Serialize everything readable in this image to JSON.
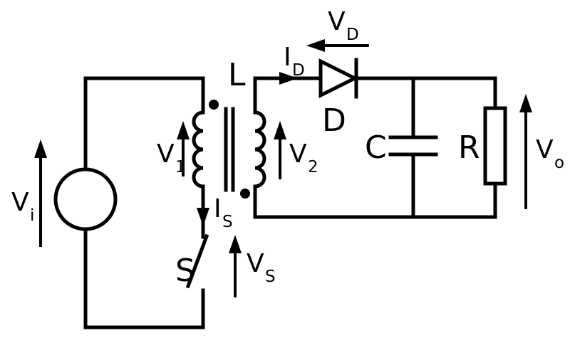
{
  "diagram": {
    "type": "circuit-schematic",
    "title": "Flyback converter schematic",
    "colors": {
      "ink": "#000000",
      "background": "#ffffff"
    },
    "labels": {
      "input_voltage": {
        "main": "V",
        "sub": "i"
      },
      "primary_voltage": {
        "main": "V",
        "sub": "1"
      },
      "secondary_voltage": {
        "main": "V",
        "sub": "2"
      },
      "switch_current": {
        "main": "I",
        "sub": "S"
      },
      "switch": {
        "main": "S"
      },
      "switch_voltage": {
        "main": "V",
        "sub": "S"
      },
      "inductor": {
        "main": "L"
      },
      "diode_current": {
        "main": "I",
        "sub": "D"
      },
      "diode_voltage": {
        "main": "V",
        "sub": "D"
      },
      "diode": {
        "main": "D"
      },
      "capacitor": {
        "main": "C"
      },
      "resistor": {
        "main": "R"
      },
      "output_voltage": {
        "main": "V",
        "sub": "o"
      }
    }
  }
}
